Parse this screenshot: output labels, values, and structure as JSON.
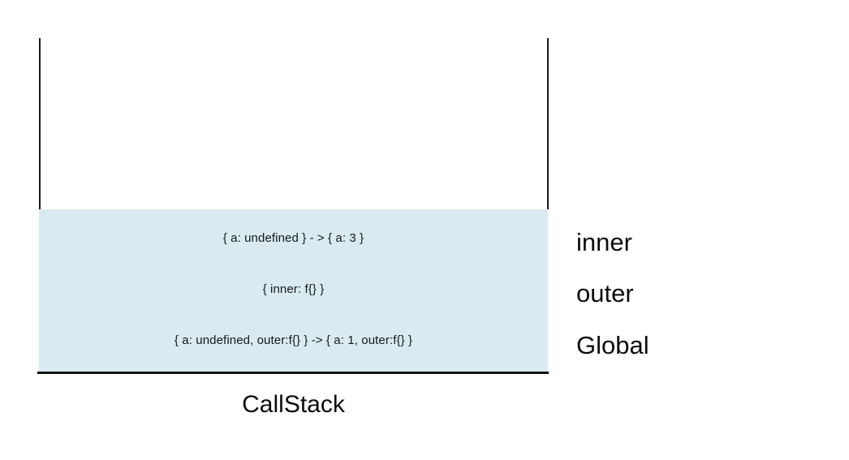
{
  "diagram": {
    "caption": "CallStack",
    "colors": {
      "frame_fill": "#daeaf1",
      "rail": "#1a1a1a",
      "text": "#111111",
      "background": "#ffffff"
    },
    "stack_frames": [
      {
        "text": "{ a: undefined } - > { a: 3 }"
      },
      {
        "text": "{ inner: f{} }"
      },
      {
        "text": "{ a: undefined, outer:f{} } -> { a: 1, outer:f{} }"
      }
    ],
    "scope_labels": [
      {
        "text": "inner"
      },
      {
        "text": "outer"
      },
      {
        "text": "Global"
      }
    ]
  }
}
